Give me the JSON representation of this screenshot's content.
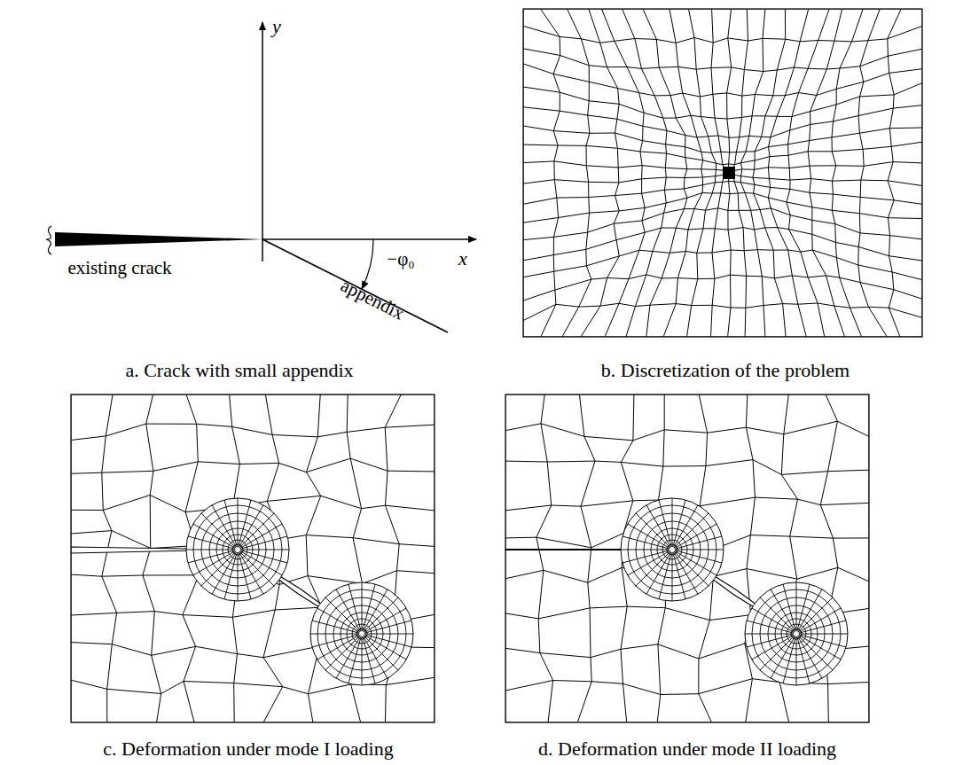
{
  "diagram": {
    "labels": [
      "y",
      "x",
      "existing crack",
      "−φ₀",
      "appendix",
      "a. Crack with small appendix",
      "b. Discretization of the problem",
      "c. Deformation under mode I loading",
      "d. Deformation under mode II loading"
    ]
  }
}
